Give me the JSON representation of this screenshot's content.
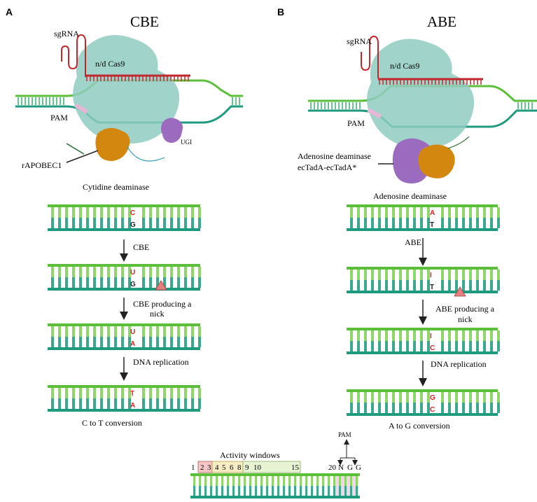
{
  "panels": {
    "a": {
      "letter": "A",
      "title": "CBE",
      "sgrna": "sgRNA",
      "cas9": "n/d Cas9",
      "pam": "PAM",
      "deaminase_protein": "rAPOBEC1",
      "ugi": "UGI",
      "deaminase_caption": "Cytidine deaminase",
      "steps": [
        {
          "top": "C",
          "bottom": "G"
        },
        {
          "top": "U",
          "bottom": "G"
        },
        {
          "top": "U",
          "bottom": "A"
        },
        {
          "top": "T",
          "bottom": "A"
        }
      ],
      "arrow_labels": [
        "CBE",
        "CBE producing a",
        "nick",
        "DNA replication"
      ],
      "conversion": "C to T conversion"
    },
    "b": {
      "letter": "B",
      "title": "ABE",
      "sgrna": "sgRNA",
      "cas9": "n/d Cas9",
      "pam": "PAM",
      "deaminase_line1": "Adenosine deaminase",
      "deaminase_line2": "ecTadA-ecTadA*",
      "deaminase_caption": "Adenosine deaminase",
      "steps": [
        {
          "top": "A",
          "bottom": "T"
        },
        {
          "top": "I",
          "bottom": "T"
        },
        {
          "top": "I",
          "bottom": "C"
        },
        {
          "top": "G",
          "bottom": "C"
        }
      ],
      "arrow_labels": [
        "ABE",
        "ABE producing a",
        "nick",
        "DNA replication"
      ],
      "conversion": "A to G conversion"
    }
  },
  "activity": {
    "title": "Activity windows",
    "pam": "PAM",
    "positions": [
      "1",
      "2",
      "3",
      "4",
      "5",
      "6",
      "8",
      "9",
      "10",
      "15",
      "20",
      "N",
      "G",
      "G"
    ]
  },
  "colors": {
    "dna_top": "#5cbf3a",
    "dna_bottom": "#1e9a7e",
    "rung_top": "#8fd66a",
    "rung_bottom": "#3aa88e",
    "cas9": "#8fcbc0",
    "sgrna": "#c0282e",
    "deaminase": "#d4870f",
    "ugi": "#9a6bbf",
    "base_red": "#e02020",
    "nick": "#e77f7f",
    "window_red": "#f4c6c6",
    "window_yellow": "#f6ecc4",
    "window_green": "#e8f3d3",
    "pam_pink": "#f0cbe4"
  }
}
